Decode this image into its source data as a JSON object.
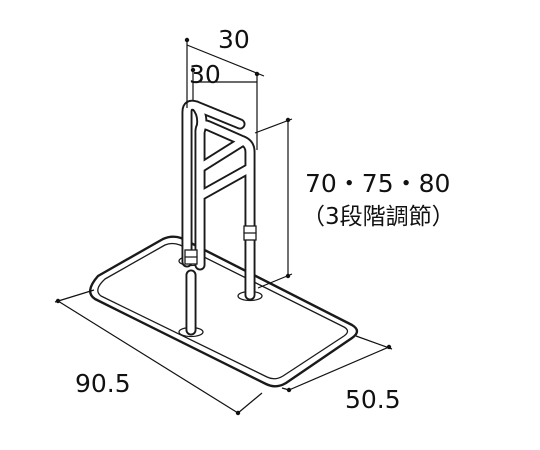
{
  "dimensions": {
    "width_top_outer": "30",
    "width_top_inner": "30",
    "height_adjust": "70・75・80",
    "height_adjust_note": "（3段階調節）",
    "base_length": "90.5",
    "base_width": "50.5"
  }
}
